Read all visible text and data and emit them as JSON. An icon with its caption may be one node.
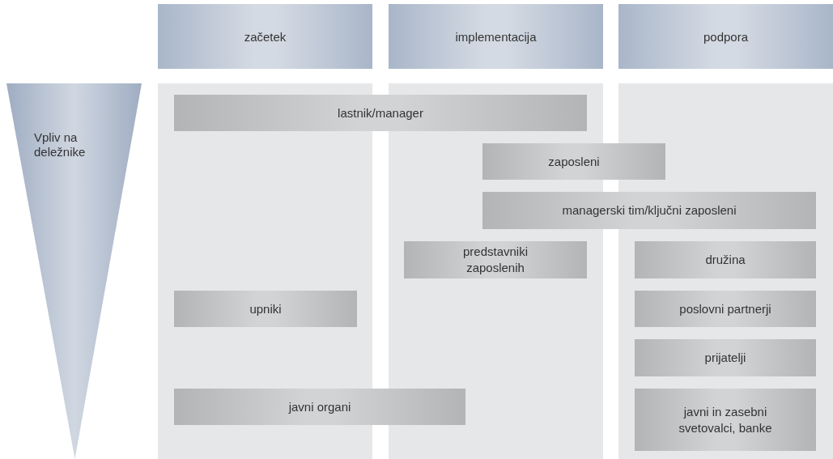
{
  "diagram": {
    "nodes": [
      {
        "text": [
          "začetek"
        ]
      },
      {
        "text": [
          "implementacija"
        ]
      },
      {
        "text": [
          "podpora"
        ]
      },
      {
        "text": [
          "Vpliv na deležnike"
        ]
      },
      {
        "text": [],
        "shape": "box"
      },
      {
        "text": [],
        "shape": "box"
      },
      {
        "text": [],
        "shape": "box"
      },
      {
        "text": [
          "lastnik/manager"
        ]
      },
      {
        "text": [
          "zaposleni"
        ]
      },
      {
        "text": [
          "managerski tim/ključni zaposleni"
        ]
      },
      {
        "text": [
          "predstavniki zaposlenih"
        ],
        "in": 5
      },
      {
        "text": [
          "družina"
        ],
        "in": 6
      },
      {
        "text": [
          "upniki"
        ],
        "in": 4
      },
      {
        "text": [
          "poslovni partnerji"
        ],
        "in": 6
      },
      {
        "text": [
          "prijatelji"
        ],
        "in": 6
      },
      {
        "text": [
          "javni organi"
        ]
      },
      {
        "text": [
          "javni in zasebni svetovalci, banke"
        ],
        "in": 6
      }
    ]
  }
}
